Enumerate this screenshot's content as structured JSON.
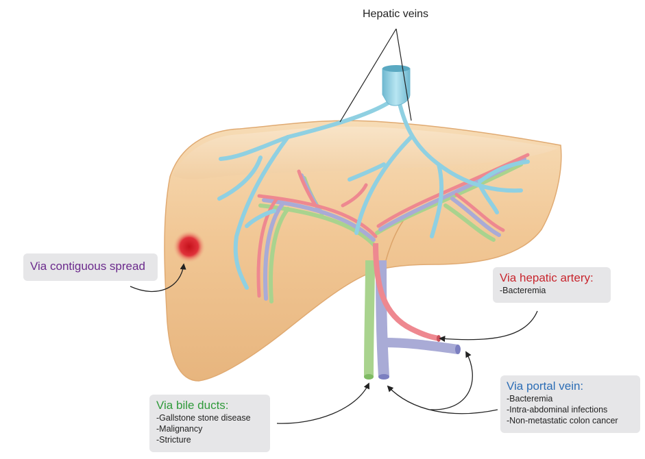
{
  "labels": {
    "hepatic_veins": "Hepatic veins"
  },
  "callouts": {
    "contiguous": {
      "title": "Via contiguous spread",
      "color": "#6b2a8c"
    },
    "artery": {
      "title": "Via hepatic artery:",
      "color": "#c8262e",
      "items": [
        "-Bacteremia"
      ]
    },
    "portal": {
      "title": "Via portal vein:",
      "color": "#2c6db5",
      "items": [
        "-Bacteremia",
        "-Intra-abdominal infections",
        "-Non-metastatic colon cancer"
      ]
    },
    "bile": {
      "title": "Via bile ducts:",
      "color": "#2f9a3a",
      "items": [
        "-Gallstone stone disease",
        "-Malignancy",
        "-Stricture"
      ]
    }
  },
  "colors": {
    "liver": "#f2c99a",
    "liver_edge": "#e0aa72",
    "hepatic_vein": "#8fd0e2",
    "hepatic_artery": "#ee8890",
    "portal_vein": "#a9abd6",
    "bile_duct": "#a9d38e",
    "abscess": "#d1141c"
  }
}
